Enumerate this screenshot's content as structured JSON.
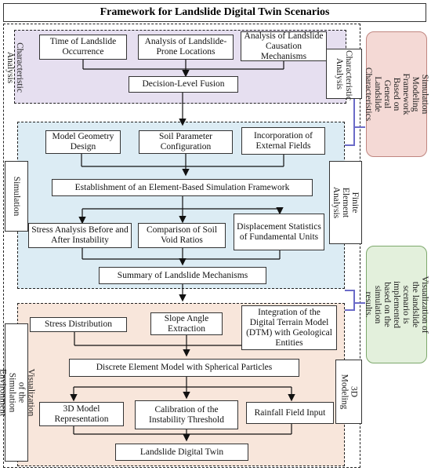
{
  "title": "Framework for Landslide Digital Twin Scenarios",
  "sections": {
    "characteristic": {
      "left_label": "Characteristic Analysis",
      "right_label": "Characteristic Analysis",
      "boxes": [
        "Time of Landslide Occurrence",
        "Analysis of Landslide-Prone Locations",
        "Analysis of Landslide Causation Mechanisms"
      ],
      "fusion": "Decision-Level Fusion"
    },
    "simulation": {
      "left_label": "Simulation",
      "right_label": "Finite Element Analysis",
      "boxes": [
        "Model Geometry Design",
        "Soil Parameter Configuration",
        "Incorporation of External Fields"
      ],
      "framework": "Establishment of an Element-Based Simulation Framework",
      "analysis": [
        "Stress Analysis Before and After Instability",
        "Comparison of Soil Void Ratios",
        "Displacement Statistics of Fundamental Units"
      ],
      "summary": "Summary of Landslide Mechanisms"
    },
    "visualization": {
      "left_label": "Visualization of the Simulation Environment",
      "right_label": "3D Modeling",
      "top": [
        "Stress Distribution",
        "Slope Angle Extraction",
        "Integration of the Digital Terrain Model (DTM) with Geological Entities"
      ],
      "dem": "Discrete Element Model with Spherical Particles",
      "bottom": [
        "3D Model Representation",
        "Calibration of the Instability Threshold",
        "Rainfall Field Input"
      ],
      "twin": "Landslide Digital Twin"
    }
  },
  "side_notes": [
    "Simulation Modeling Framework Based on General Landslide Characteristics",
    "Visualization of the landslide scenario is implemented based on the simulation results."
  ],
  "colors": {
    "characteristic_bg": "#e6dff0",
    "simulation_bg": "#dcecf4",
    "visualization_bg": "#f8e6db",
    "note_red_bg": "#f4d9d5",
    "note_red_border": "#c08680",
    "note_green_bg": "#e3f0dc",
    "note_green_border": "#7da86c",
    "bracket": "#6b6bc8"
  }
}
